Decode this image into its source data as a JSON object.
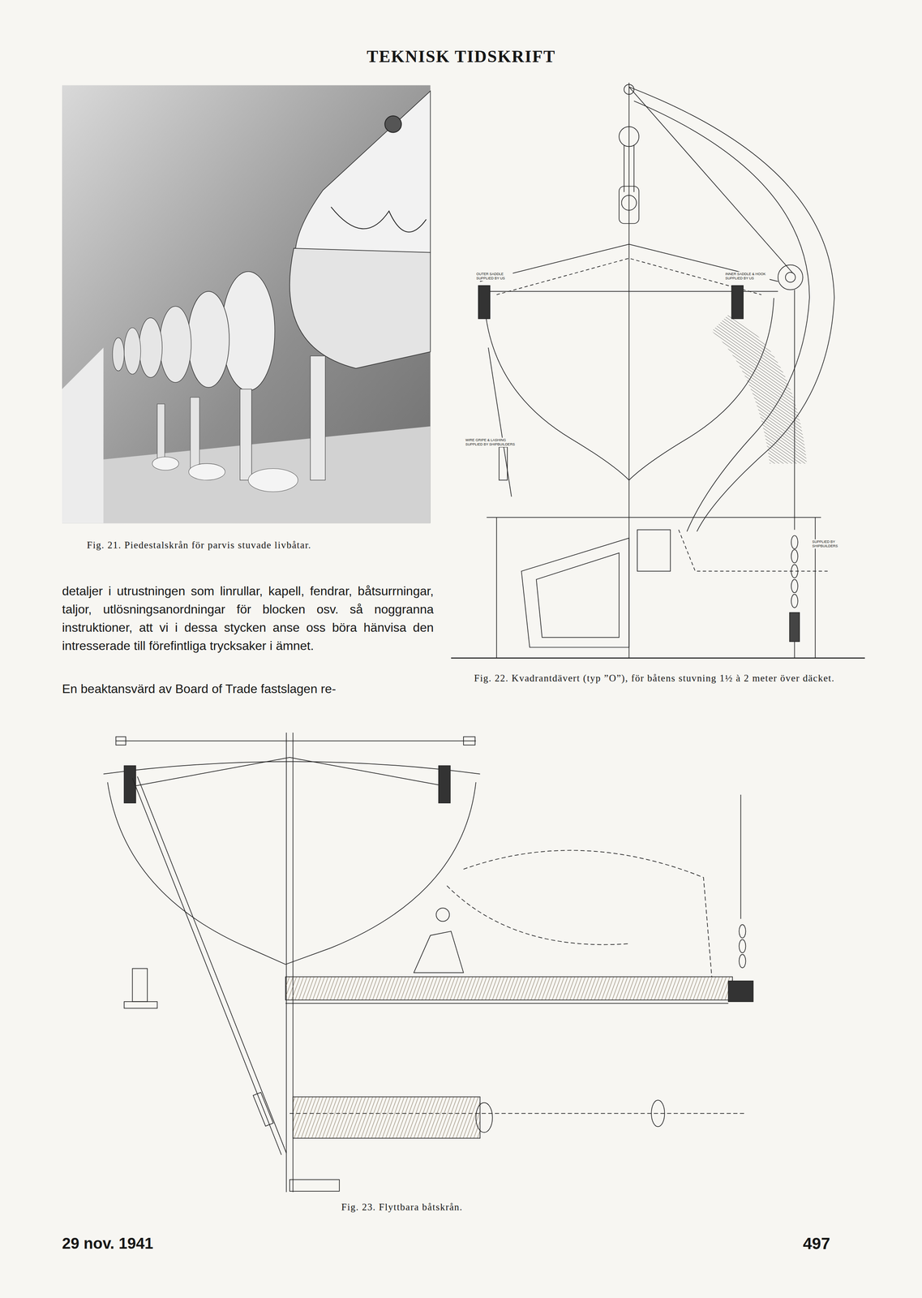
{
  "diagram": {
    "title": "TEKNISK TIDSKRIFT",
    "labels": [
      "Fig. 21. Piedestalskrån för parvis stuvade livbåtar.",
      "detaljer i utrustningen som linrullar, kapell, fendrar, båtsurrningar, taljor, utlösningsanordningar för blocken osv. så noggranna instruktioner, att vi i dessa stycken anse oss böra hänvisa den intresserade till förefintliga trycksaker i ämnet.",
      "En beaktansvärd av Board of Trade fastslagen re-",
      "Fig. 22. Kvadrantdävert (typ ”O”), för båtens stuvning 1½ à 2 meter över däcket.",
      "Fig. 23. Flyttbara båtskrån.",
      "29 nov. 1941",
      "497",
      "OUTER SADDLE SUPPLIED BY US",
      "INNER SADDLE & HOOK SUPPLIED BY US",
      "WIRE GRIPE & LASHING SUPPLIED BY SHIPBUILDERS",
      "SUPPLIED BY SHIPBUILDERS"
    ]
  }
}
